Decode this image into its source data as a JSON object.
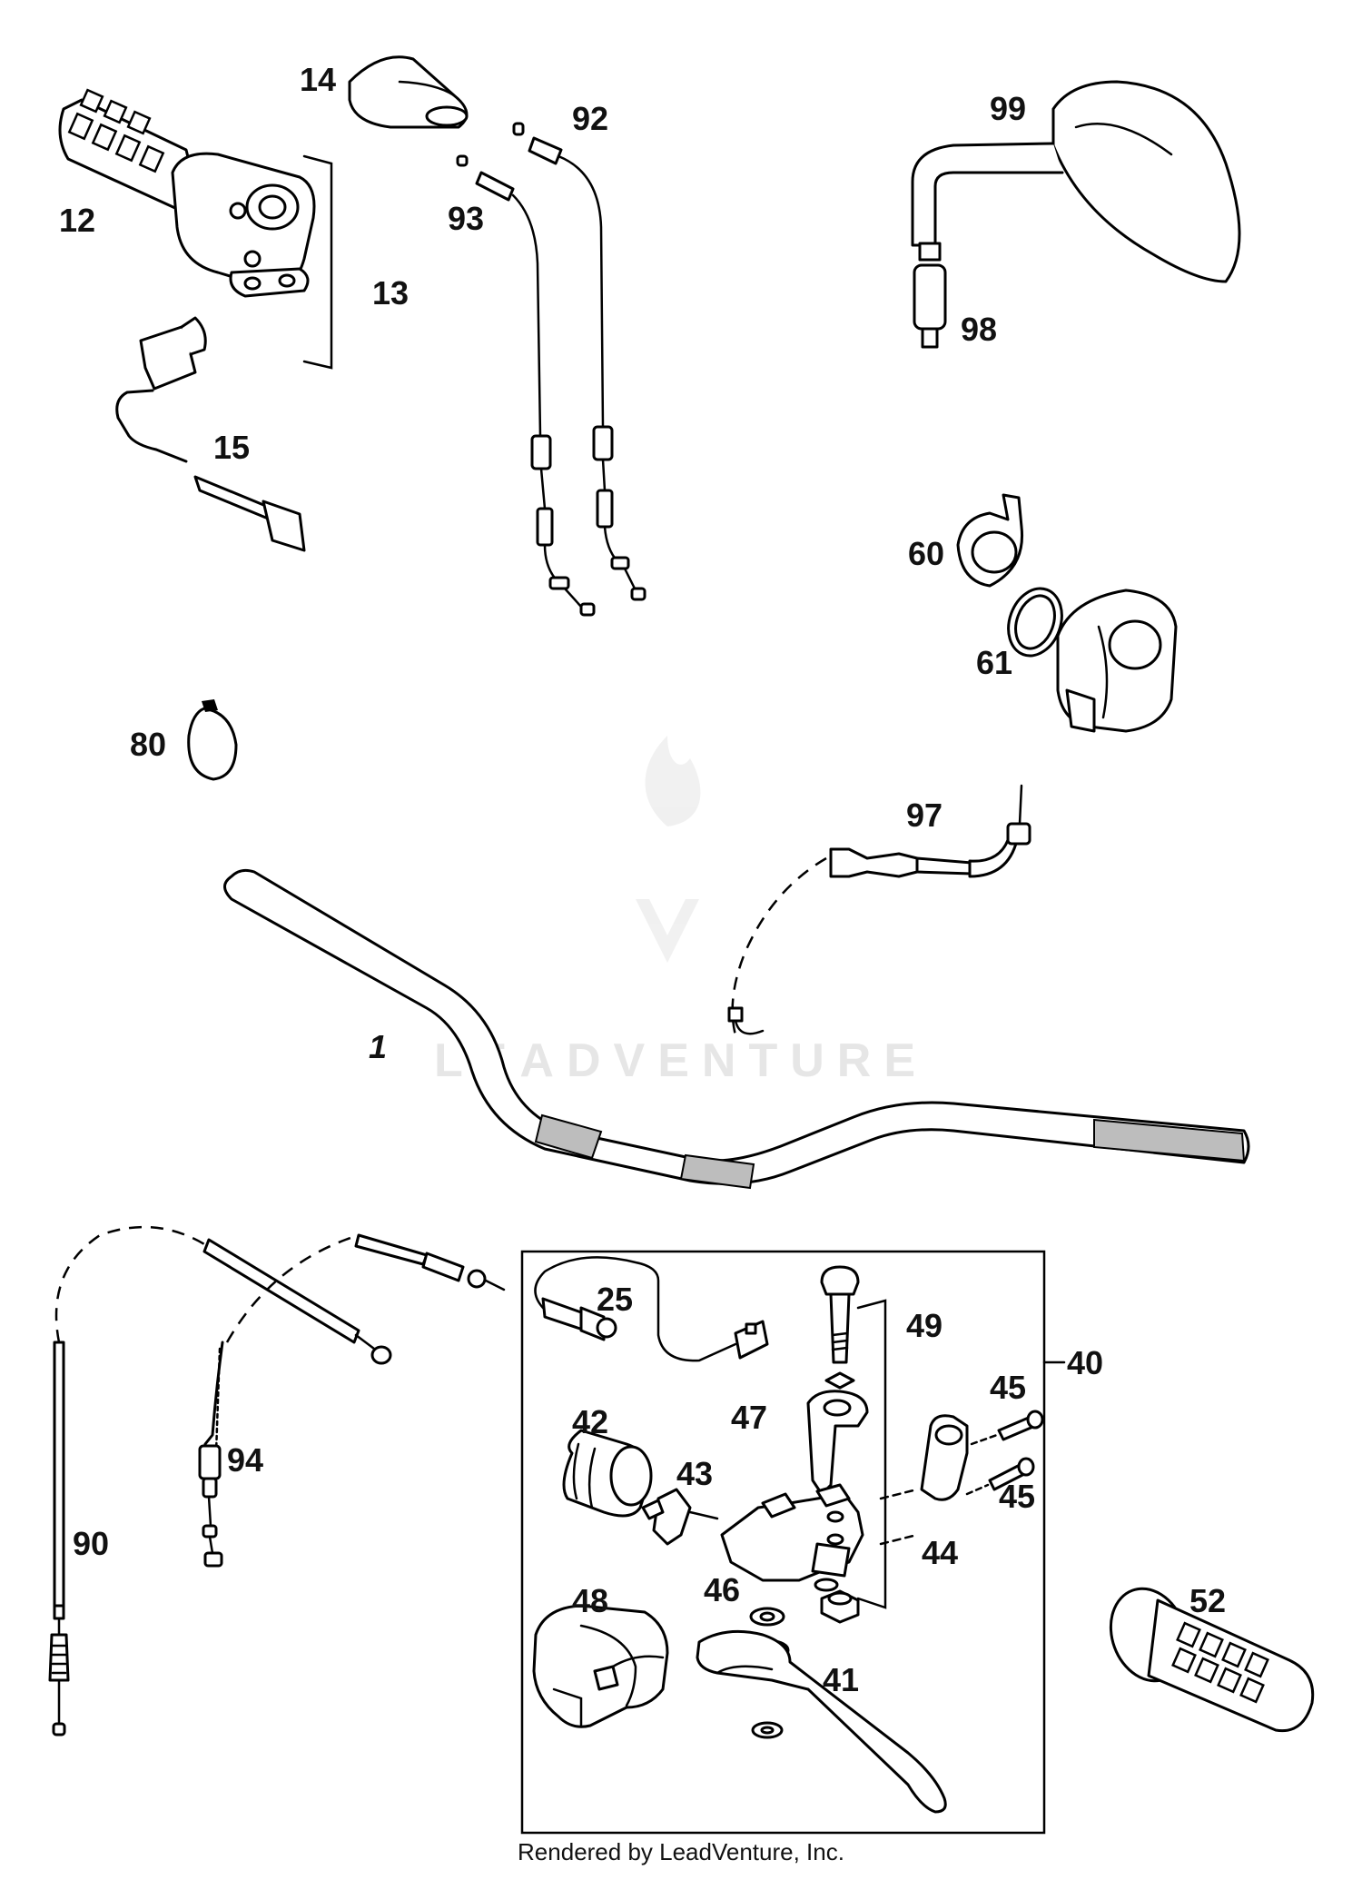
{
  "diagram": {
    "callouts": {
      "c1": "1",
      "c12": "12",
      "c13": "13",
      "c14": "14",
      "c15": "15",
      "c25": "25",
      "c40": "40",
      "c41": "41",
      "c42": "42",
      "c43": "43",
      "c44": "44",
      "c45a": "45",
      "c45b": "45",
      "c46": "46",
      "c47": "47",
      "c48": "48",
      "c49": "49",
      "c52": "52",
      "c60": "60",
      "c61": "61",
      "c80": "80",
      "c90": "90",
      "c92": "92",
      "c93": "93",
      "c94": "94",
      "c97": "97",
      "c98": "98",
      "c99": "99"
    },
    "watermark": "LEADVENTURE",
    "footer": "Rendered by LeadVenture, Inc."
  }
}
